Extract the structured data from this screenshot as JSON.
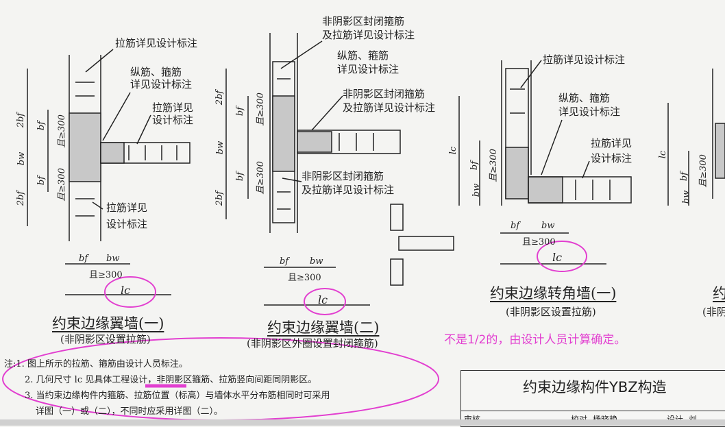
{
  "fig1": {
    "labels": [
      "拉筋详见设计标注",
      "纵筋、箍筋",
      "详见设计标注",
      "拉筋详见",
      "设计标注",
      "拉筋详见",
      "设计标注"
    ],
    "dims": [
      "2bf",
      "bf",
      "bw",
      "bf",
      "2bf",
      "且≥300",
      "且≥300",
      "bf",
      "bw",
      "且≥300",
      "lc"
    ],
    "title": "约束边缘翼墙(一)",
    "subtitle": "(非阴影区设置拉筋)"
  },
  "fig2": {
    "labels": [
      "非阴影区封闭箍筋",
      "及拉筋详见设计标注",
      "纵筋、箍筋",
      "详见设计标注",
      "非阴影区封闭箍筋",
      "及拉筋详见设计标注",
      "非阴影区封闭箍筋",
      "及拉筋详见设计标注"
    ],
    "dims": [
      "2bf",
      "bf",
      "bw",
      "bf",
      "2bf",
      "且≥300",
      "且≥300",
      "bf",
      "bw",
      "且≥300",
      "lc"
    ],
    "title": "约束边缘翼墙(二)",
    "subtitle": "(非阴影区外圈设置封闭箍筋)"
  },
  "fig3": {
    "labels": [
      "拉筋详见设计标注",
      "纵筋、箍筋",
      "详见设计标注",
      "拉筋详见",
      "设计标注"
    ],
    "dims": [
      "lc",
      "bf",
      "bw",
      "且≥300",
      "bf",
      "bw",
      "且≥300",
      "lc"
    ],
    "title": "约束边缘转角墙(一)",
    "subtitle": "(非阴影区设置拉筋)"
  },
  "fig4": {
    "dims": [
      "lc",
      "bf",
      "bw",
      "且≥300"
    ],
    "title": "约",
    "subtitle": "(非阴"
  },
  "annotation": "不是1/2的，由设计人员计算确定。",
  "notes": [
    "注:1. 图上所示的拉筋、箍筋由设计人员标注。",
    "2. 几何尺寸 lc 见具体工程设计，非阴影区箍筋、拉筋竖向间距同阴影区。",
    "3. 当约束边缘构件内箍筋、拉筋位置（标高）与墙体水平分布筋相同时可采用",
    "详图（一）或（二），不同时应采用详图（二）。"
  ],
  "titleblock": {
    "title": "约束边缘构件YBZ构造",
    "row": [
      "审核",
      "校对",
      "杨晓艳",
      "设计",
      "刘"
    ]
  },
  "colors": {
    "highlight": "#e23fd0",
    "hatch": "#c8c8c8",
    "ink": "#222222"
  }
}
